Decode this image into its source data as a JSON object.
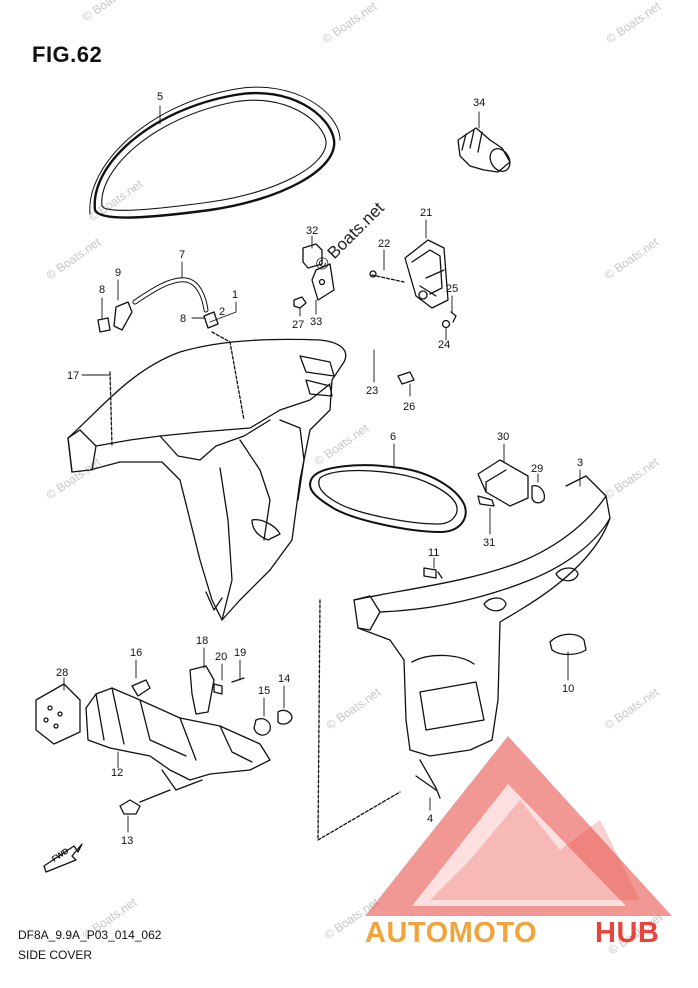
{
  "figure": {
    "title": "FIG.62",
    "caption_code": "DF8A_9.9A_P03_014_062",
    "caption_name": "SIDE COVER",
    "fwd_label": "FWD"
  },
  "watermark": {
    "text": "© Boats.net",
    "main_text": "© Boats.net"
  },
  "brand": {
    "part1": "AUTOMOTO",
    "part2": "HUB",
    "color_orange": "#f2a33a",
    "color_red": "#e8433c"
  },
  "callouts": [
    "1",
    "2",
    "3",
    "4",
    "5",
    "6",
    "7",
    "8",
    "8",
    "9",
    "10",
    "11",
    "12",
    "13",
    "14",
    "15",
    "16",
    "17",
    "18",
    "19",
    "20",
    "21",
    "22",
    "23",
    "24",
    "25",
    "26",
    "27",
    "28",
    "29",
    "30",
    "31",
    "32",
    "33",
    "34"
  ]
}
